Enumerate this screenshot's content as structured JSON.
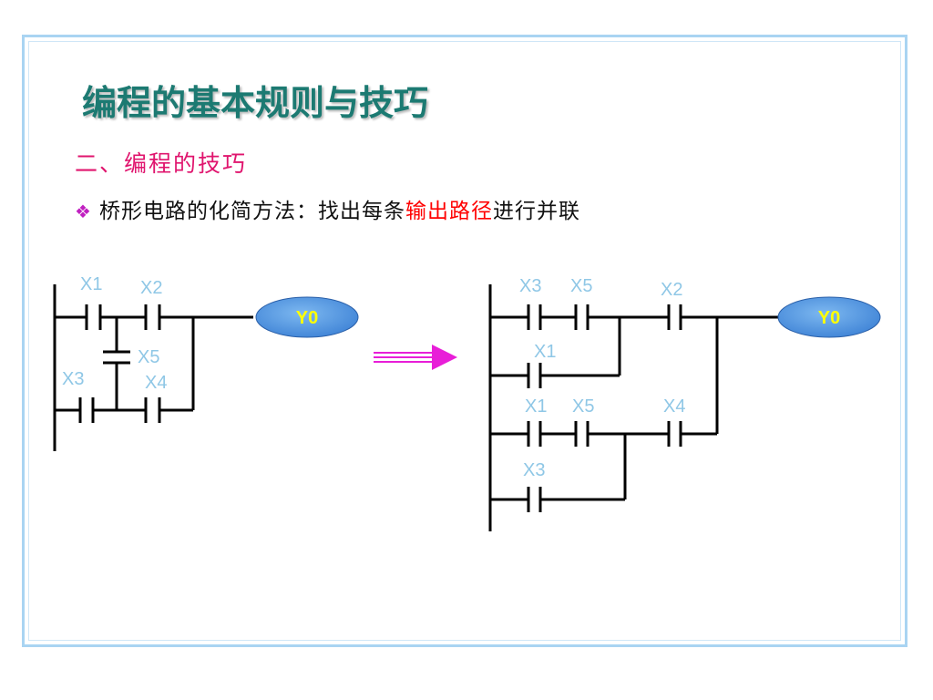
{
  "slide": {
    "title": "编程的基本规则与技巧",
    "subtitle": "二、编程的技巧",
    "bullet": {
      "icon": "diamond-bullet-icon",
      "text_before": "桥形电路的化简方法：找出每条",
      "highlight": "输出路径",
      "text_after": "进行并联"
    }
  },
  "diagram": {
    "left_circuit": {
      "contacts": [
        "X1",
        "X2",
        "X5",
        "X3",
        "X4"
      ],
      "coil": "Y0"
    },
    "arrow": "transform-arrow-icon",
    "right_circuit": {
      "contacts": [
        "X3",
        "X5",
        "X2",
        "X1",
        "X1",
        "X5",
        "X4",
        "X3"
      ],
      "coil": "Y0"
    },
    "colors": {
      "label": "#8fc7e6",
      "coil_fill": "#4a90e2",
      "coil_text": "#ffff00",
      "arrow": "#e81ed8",
      "wire": "#000000"
    }
  }
}
